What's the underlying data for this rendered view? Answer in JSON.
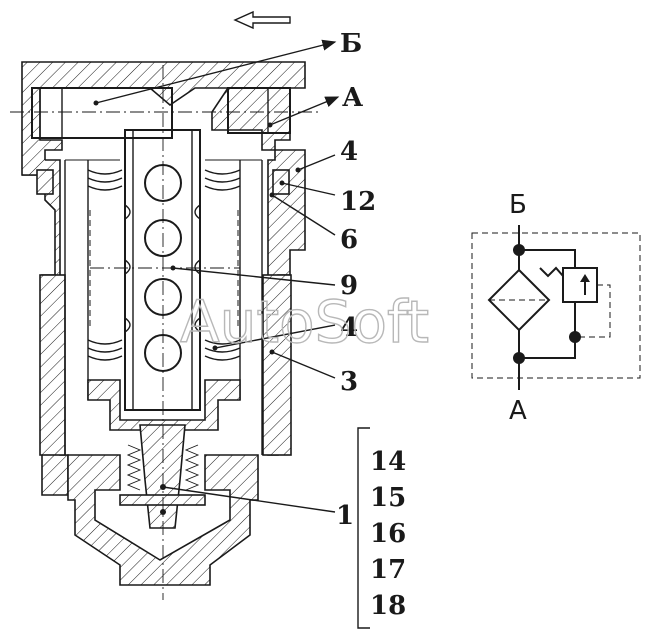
{
  "callouts": {
    "b": "Б",
    "a": "А",
    "n4_top": "4",
    "n12": "12",
    "n6": "6",
    "n9": "9",
    "n4_mid": "4",
    "n3": "3",
    "n1": "1"
  },
  "parts_list": [
    "14",
    "15",
    "16",
    "17",
    "18"
  ],
  "schematic": {
    "top_port": "Б",
    "bottom_port": "А"
  },
  "watermark": "AutoSoft"
}
